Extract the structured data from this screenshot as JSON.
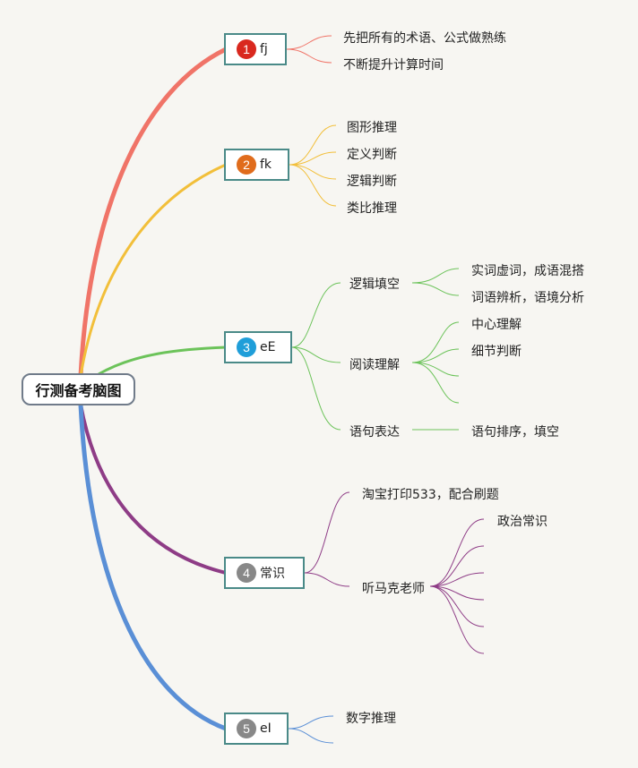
{
  "root": {
    "title": "行测备考脑图"
  },
  "branches": [
    {
      "number": "1",
      "label": "fj",
      "color": "#f07468",
      "badge_color": "#d9281e",
      "children": [
        {
          "text": "先把所有的术语、公式做熟练"
        },
        {
          "text": "不断提升计算时间"
        }
      ]
    },
    {
      "number": "2",
      "label": "fk",
      "color": "#f2bf3a",
      "badge_color": "#e06c1c",
      "children": [
        {
          "text": "图形推理"
        },
        {
          "text": "定义判断"
        },
        {
          "text": "逻辑判断"
        },
        {
          "text": "类比推理"
        }
      ]
    },
    {
      "number": "3",
      "label": "eE",
      "color": "#6cc35a",
      "badge_color": "#1f9ed9",
      "children": [
        {
          "text": "逻辑填空",
          "children": [
            {
              "text": "实词虚词，成语混搭"
            },
            {
              "text": "词语辨析，语境分析"
            }
          ]
        },
        {
          "text": "阅读理解",
          "children": [
            {
              "text": "中心理解"
            },
            {
              "text": "细节判断"
            },
            {
              "text": ""
            },
            {
              "text": ""
            }
          ]
        },
        {
          "text": "语句表达",
          "children": [
            {
              "text": "语句排序，填空"
            }
          ]
        }
      ]
    },
    {
      "number": "4",
      "label": "常识",
      "color": "#8e3c86",
      "badge_color": "#888888",
      "children": [
        {
          "text": "淘宝打印533，配合刷题"
        },
        {
          "text": "听马克老师",
          "children": [
            {
              "text": "政治常识"
            },
            {
              "text": ""
            },
            {
              "text": ""
            },
            {
              "text": ""
            },
            {
              "text": ""
            },
            {
              "text": ""
            }
          ]
        }
      ]
    },
    {
      "number": "5",
      "label": "eI",
      "color": "#5a8fd6",
      "badge_color": "#888888",
      "children": [
        {
          "text": "数字推理"
        },
        {
          "text": ""
        }
      ]
    }
  ]
}
